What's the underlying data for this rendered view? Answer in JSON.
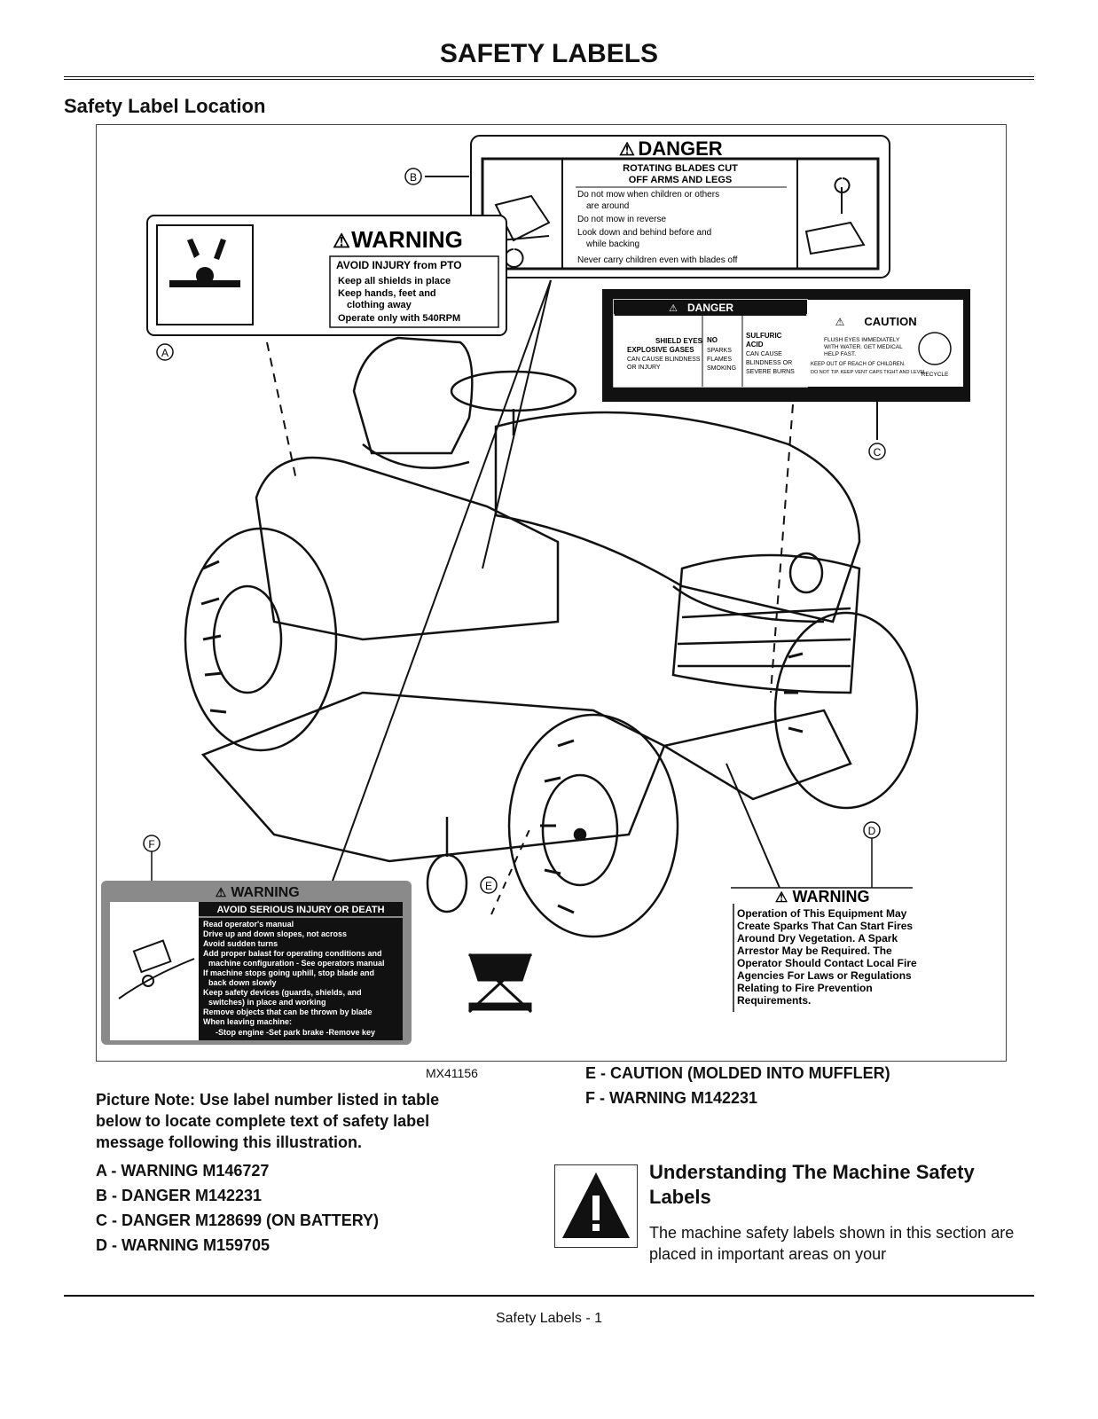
{
  "page": {
    "title": "SAFETY LABELS",
    "section_heading": "Safety Label Location",
    "figure_id": "MX41156",
    "picture_note": "Picture Note: Use label number listed in table below to locate complete text of safety label message following this illustration.",
    "locations": [
      {
        "letter": "A",
        "text": "A  - WARNING M146727"
      },
      {
        "letter": "B",
        "text": "B  - DANGER M142231"
      },
      {
        "letter": "C",
        "text": "C  - DANGER M128699 (ON BATTERY)"
      },
      {
        "letter": "D",
        "text": "D  - WARNING M159705"
      },
      {
        "letter": "E",
        "text": "E  - CAUTION (MOLDED INTO MUFFLER)"
      },
      {
        "letter": "F",
        "text": "F  - WARNING M142231"
      }
    ],
    "understanding_title": "Understanding The Machine Safety Labels",
    "understanding_body": "The machine safety labels shown in this section are placed in important areas on your",
    "footer": "Safety Labels - 1"
  },
  "callouts": [
    "A",
    "B",
    "C",
    "D",
    "E",
    "F"
  ],
  "labels": {
    "a": {
      "signal": "WARNING",
      "heading": "AVOID INJURY from PTO",
      "lines": [
        "Keep all shields in place",
        "Keep hands, feet and",
        "clothing away",
        "Operate only with 540RPM"
      ]
    },
    "b": {
      "signal": "DANGER",
      "heading1": "ROTATING BLADES CUT",
      "heading2": "OFF ARMS AND LEGS",
      "lines": [
        "Do not mow when children or others",
        "are around",
        "Do not mow in reverse",
        "Look down and behind before and",
        "while backing",
        "Never carry children even with blades off"
      ]
    },
    "c": {
      "danger": "DANGER",
      "col1": [
        "SHIELD EYES",
        "EXPLOSIVE GASES",
        "CAN CAUSE BLINDNESS",
        "OR INJURY"
      ],
      "col2": [
        "NO",
        "SPARKS",
        "FLAMES",
        "SMOKING"
      ],
      "col3": [
        "SULFURIC",
        "ACID",
        "CAN CAUSE",
        "BLINDNESS OR",
        "SEVERE BURNS"
      ],
      "caution": "CAUTION",
      "caution_lines": [
        "FLUSH EYES IMMEDIATELY",
        "WITH WATER. GET MEDICAL",
        "HELP FAST.",
        "KEEP OUT OF REACH OF CHILDREN.",
        "DO NOT TIP. KEEP VENT CAPS TIGHT AND LEVEL."
      ],
      "recycle": "RECYCLE"
    },
    "d": {
      "signal": "WARNING",
      "lines": [
        "Operation of This Equipment May",
        "Create Sparks That Can Start Fires",
        "Around Dry Vegetation. A Spark",
        "Arrestor May be Required. The",
        "Operator Should Contact Local Fire",
        "Agencies For Laws or Regulations",
        "Relating to Fire Prevention",
        "Requirements."
      ]
    },
    "f": {
      "signal": "WARNING",
      "heading": "AVOID SERIOUS INJURY OR DEATH",
      "lines": [
        "Read operator's manual",
        "Drive up and down slopes, not across",
        "Avoid sudden turns",
        "Add proper balast for operating conditions and",
        "machine configuration - See operators manual",
        "If machine stops going uphill, stop blade and",
        "back down slowly",
        "Keep safety devices (guards, shields, and",
        "switches) in place and working",
        "Remove objects that can be thrown by blade",
        "When leaving machine:",
        "-Stop engine  -Set park brake  -Remove key"
      ]
    }
  }
}
